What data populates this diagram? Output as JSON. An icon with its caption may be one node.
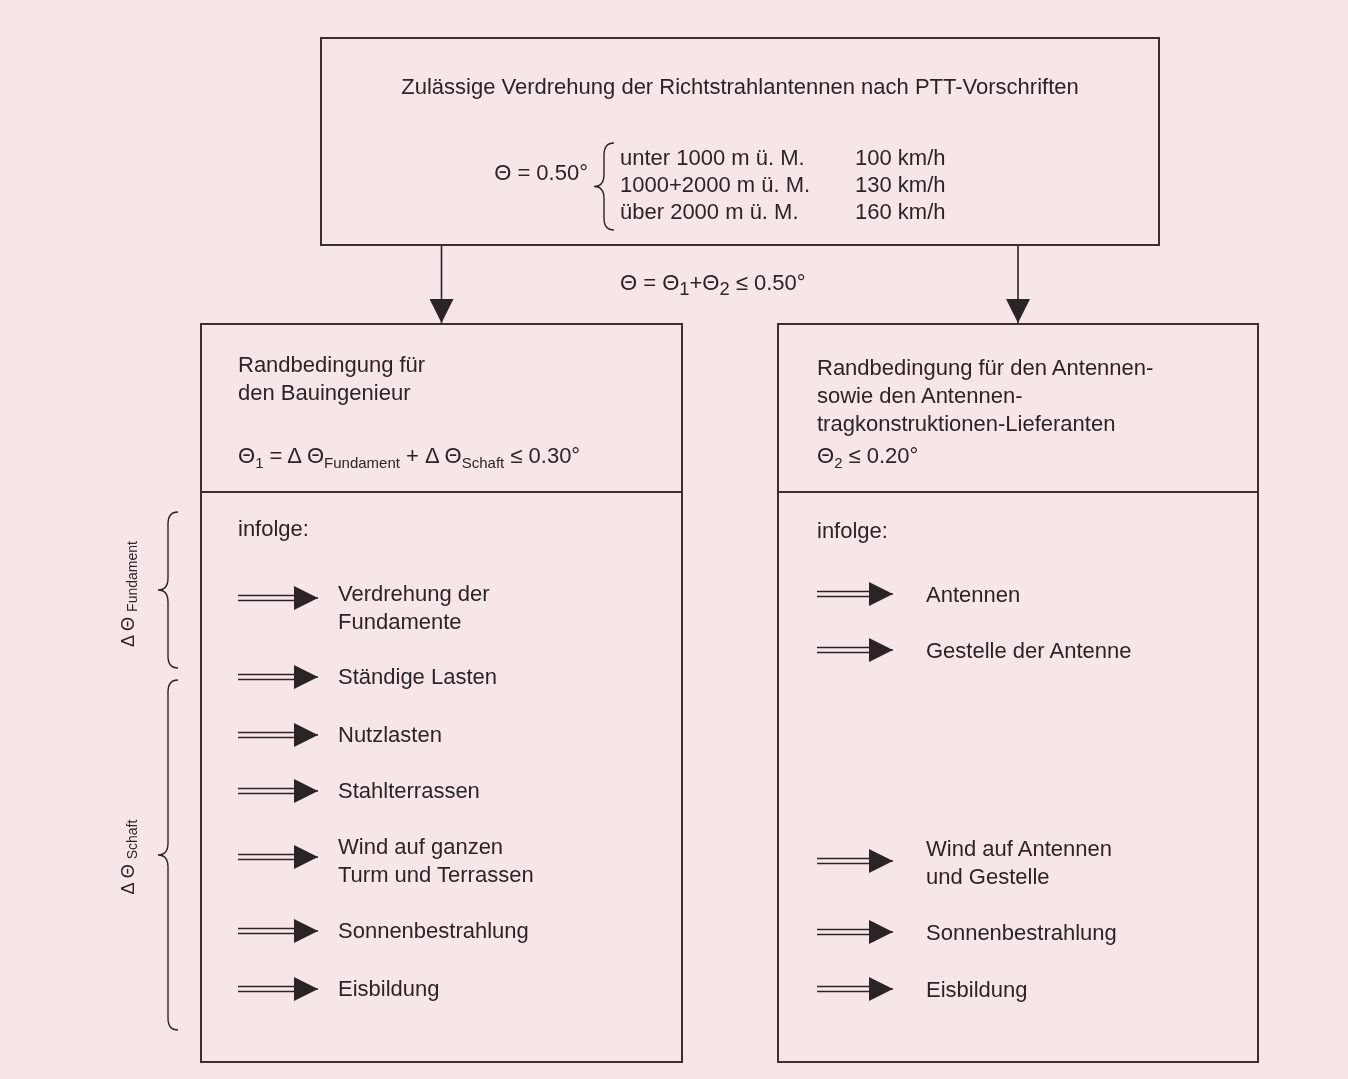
{
  "diagram": {
    "nodes": [
      {
        "text": [
          "Zulässige Verdrehung der Richtstrahlantennen nach PTT-Vorschriften",
          "Θ = 0.50°",
          "unter 1000 m ü. M.",
          "100 km/h",
          "1000+2000 m ü. M.",
          "130 km/h",
          "über 2000 m ü. M.",
          "160 km/h"
        ]
      },
      {
        "text": [
          "Randbedingung für den Bauingenieur",
          "Θ$_{1}$ = Δ Θ$_{Fundament}$ + Δ Θ$_{Schaft}$   ≤ 0.30°"
        ]
      },
      {
        "text": [
          "infolge:"
        ]
      },
      {
        "text": [
          "Verdrehung der Fundamente"
        ],
        "in": 2
      },
      {
        "text": [
          "Ständige Lasten"
        ],
        "in": 2
      },
      {
        "text": [
          "Nutzlasten"
        ],
        "in": 2
      },
      {
        "text": [
          "Stahlterrassen"
        ],
        "in": 2
      },
      {
        "text": [
          "Wind auf ganzen Turm und Terrassen"
        ],
        "in": 2
      },
      {
        "text": [
          "Sonnenbestrahlung"
        ],
        "in": 2
      },
      {
        "text": [
          "Eisbildung"
        ],
        "in": 2
      },
      {
        "text": [
          "Randbedingung für den Antennen- sowie den Antennen- tragkonstruktionen-Lieferanten",
          "Θ$_{2}$ ≤ 0.20°"
        ]
      },
      {
        "text": [
          "infolge:"
        ]
      },
      {
        "text": [
          "Antennen"
        ],
        "in": 11
      },
      {
        "text": [
          "Gestelle der Antenne"
        ],
        "in": 11
      },
      {
        "text": [
          "Wind auf Antennen und Gestelle"
        ],
        "in": 11
      },
      {
        "text": [
          "Sonnenbestrahlung"
        ],
        "in": 11
      },
      {
        "text": [
          "Eisbildung"
        ],
        "in": 11
      }
    ],
    "edges": [
      {
        "from": 0,
        "to": 1,
        "arrow": "to"
      },
      {
        "from": 0,
        "to": 10,
        "arrow": "to"
      },
      {
        "from": null,
        "to": 3,
        "arrow": "to"
      },
      {
        "from": null,
        "to": 4,
        "arrow": "to"
      },
      {
        "from": null,
        "to": 5,
        "arrow": "to"
      },
      {
        "from": null,
        "to": 6,
        "arrow": "to"
      },
      {
        "from": null,
        "to": 7,
        "arrow": "to"
      },
      {
        "from": null,
        "to": 8,
        "arrow": "to"
      },
      {
        "from": null,
        "to": 9,
        "arrow": "to"
      },
      {
        "from": null,
        "to": 12,
        "arrow": "to"
      },
      {
        "from": null,
        "to": 13,
        "arrow": "to"
      },
      {
        "from": null,
        "to": 14,
        "arrow": "to"
      },
      {
        "from": null,
        "to": 15,
        "arrow": "to"
      },
      {
        "from": null,
        "to": 16,
        "arrow": "to"
      }
    ],
    "labels": [
      "Θ = Θ$_{1}$+Θ$_{2}$ ≤ 0.50°",
      "Δ Θ $_{Fundament}$",
      "Δ Θ $_{Schaft}$"
    ]
  }
}
